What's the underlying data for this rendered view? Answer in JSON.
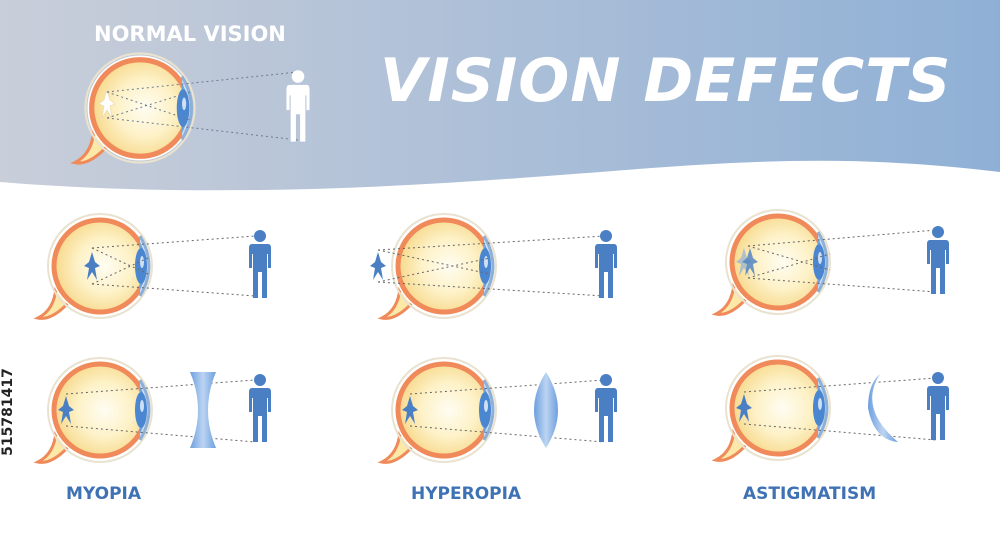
{
  "header": {
    "title": "VISION DEFECTS",
    "normal_label": "NORMAL VISION"
  },
  "labels": {
    "myopia": "MYOPIA",
    "hyperopia": "HYPEROPIA",
    "astigmatism": "ASTIGMATISM"
  },
  "stock_id": "515781417",
  "colors": {
    "header_left": "#c9ced9",
    "header_right": "#8fb0d6",
    "eye_outer": "#f08a5a",
    "eye_inner": "#fce9a8",
    "cornea": "#6fa3dd",
    "lens": "#4b86d1",
    "figure_blue": "#4a7fc3",
    "label_blue": "#3f72b5"
  },
  "icons": [
    "eye-diagram",
    "human-figure-icon",
    "concave-lens-icon",
    "convex-lens-icon",
    "meniscus-lens-icon"
  ]
}
